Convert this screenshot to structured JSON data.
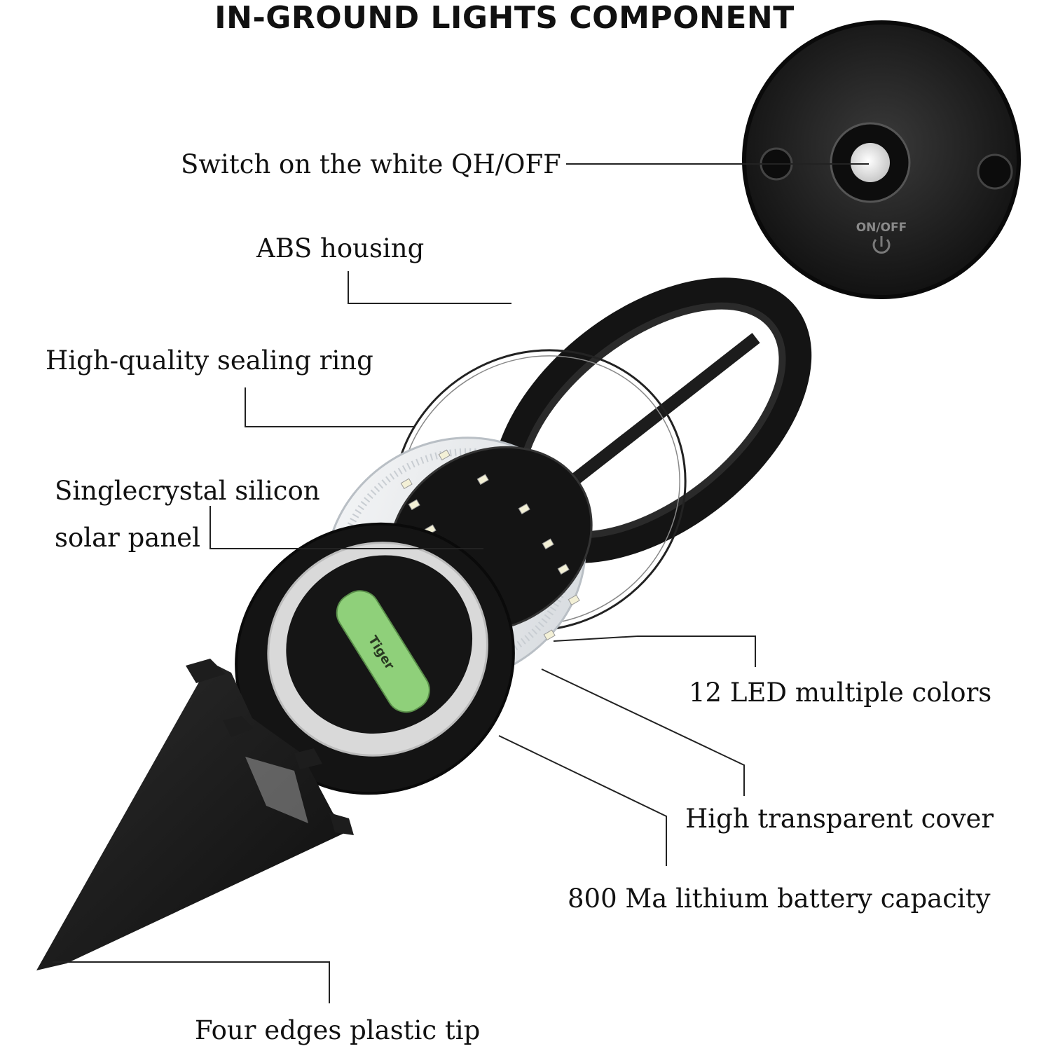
{
  "title": "IN-GROUND LIGHTS COMPONENT",
  "switch_text": "ON/OFF",
  "labels": {
    "switch": "Switch on the white QH/OFF",
    "housing": "ABS housing",
    "sealing": "High-quality sealing ring",
    "solar_1": "Singlecrystal silicon",
    "solar_2": "solar panel",
    "led": "12 LED multiple colors",
    "cover": "High transparent cover",
    "battery": "800 Ma lithium battery capacity",
    "tip": "Four edges plastic tip"
  },
  "battery_print": "Tiger",
  "colors": {
    "dark": "#1a1a1a",
    "ring": "#222222",
    "battery": "#8fd07a",
    "translucent": "#e9ecef",
    "line": "#222222"
  }
}
